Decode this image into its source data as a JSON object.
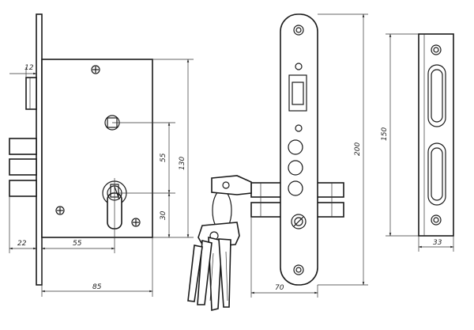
{
  "dimensions": {
    "d12": "12",
    "d22": "22",
    "d55h": "55",
    "d85": "85",
    "d55v": "55",
    "d130": "130",
    "d30": "30",
    "d200": "200",
    "d70": "70",
    "d150": "150",
    "d33": "33"
  },
  "colors": {
    "line": "#1a1a1a",
    "background": "#ffffff"
  }
}
